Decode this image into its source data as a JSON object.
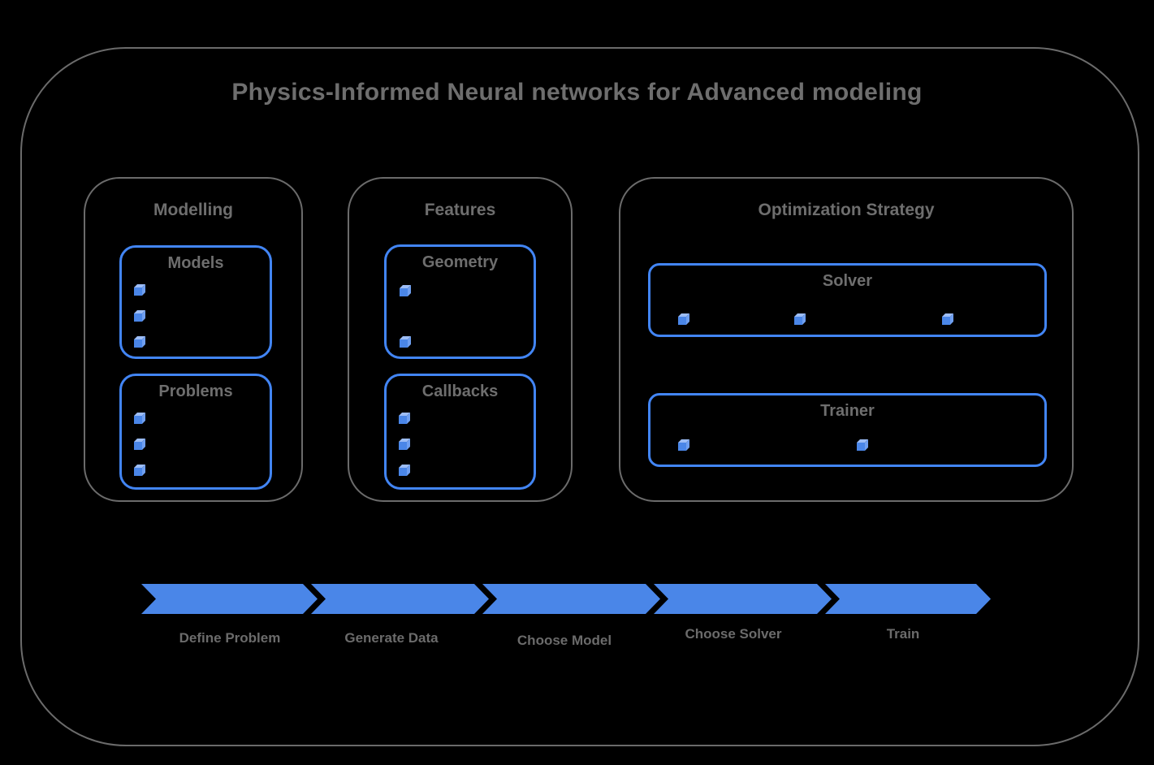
{
  "title": "Physics-Informed Neural networks for Advanced modeling",
  "sections": [
    {
      "label": "Modelling",
      "boxes": [
        {
          "label": "Models",
          "bullet_count": 3
        },
        {
          "label": "Problems",
          "bullet_count": 3
        }
      ]
    },
    {
      "label": "Features",
      "boxes": [
        {
          "label": "Geometry",
          "bullet_count": 2
        },
        {
          "label": "Callbacks",
          "bullet_count": 3
        }
      ]
    },
    {
      "label": "Optimization Strategy",
      "boxes": [
        {
          "label": "Solver",
          "bullet_count": 3
        },
        {
          "label": "Trainer",
          "bullet_count": 2
        }
      ]
    }
  ],
  "flow": {
    "steps": [
      {
        "label": "Define Problem"
      },
      {
        "label": "Generate Data"
      },
      {
        "label": "Choose Model"
      },
      {
        "label": "Choose Solver"
      },
      {
        "label": "Train"
      }
    ]
  },
  "icons": {
    "bullet": "cube-icon"
  },
  "colors": {
    "background": "#000000",
    "border_gray": "#6b6b6b",
    "text_gray": "#6e6e6e",
    "border_blue": "#4285f4",
    "arrow_blue": "#4a86e8",
    "cube_front": "#4a86e8",
    "cube_top": "#9dbdf6",
    "cube_side": "#6f9ff0"
  }
}
